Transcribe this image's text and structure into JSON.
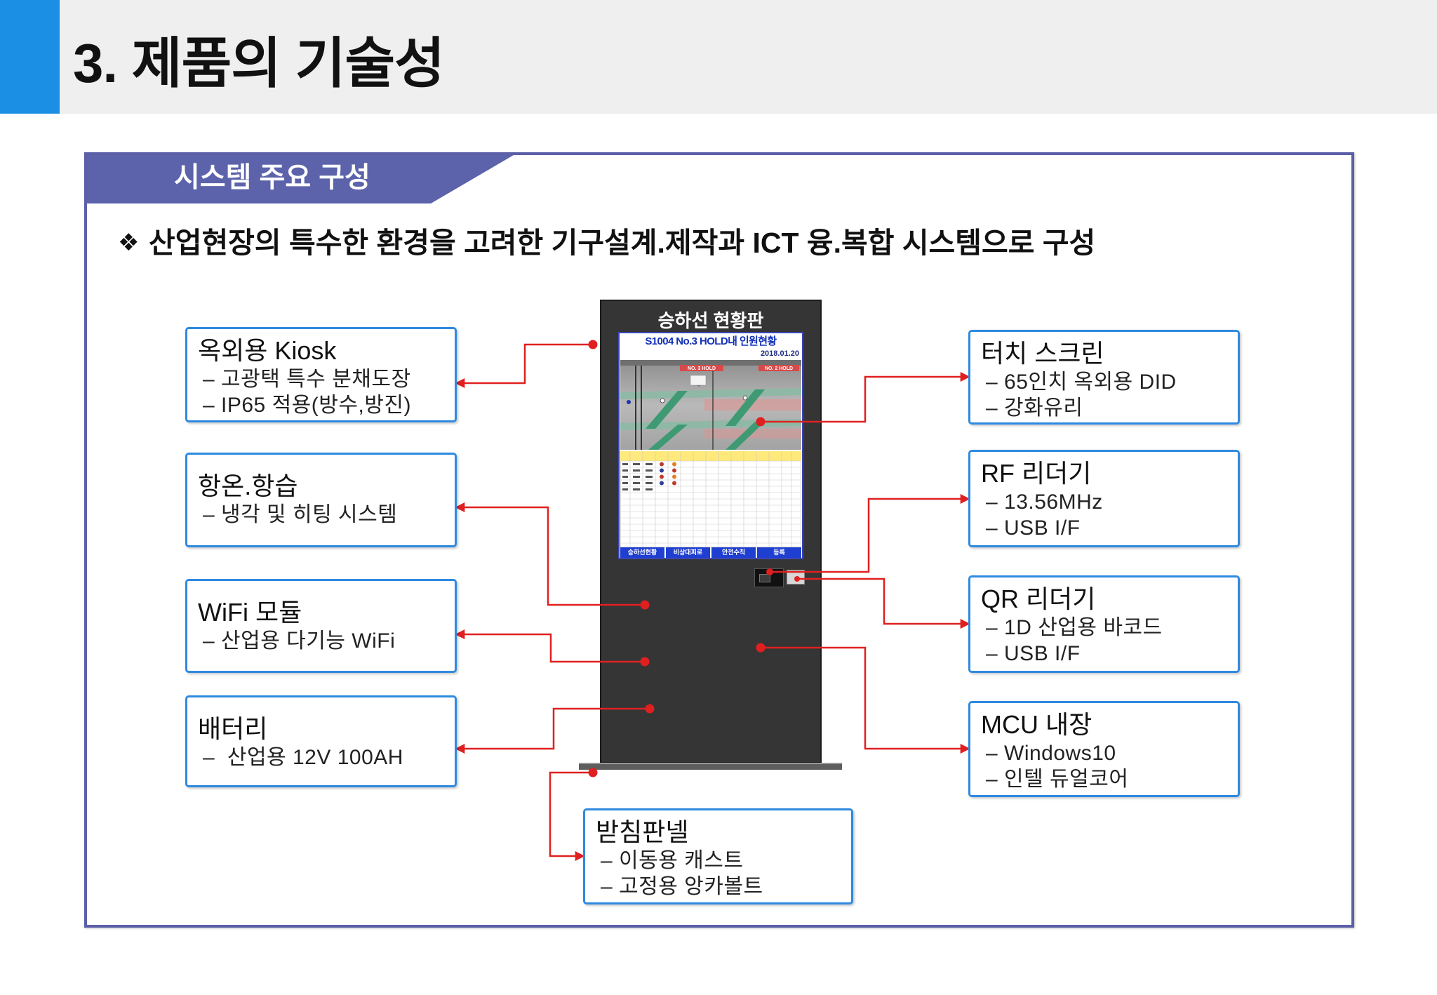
{
  "header": {
    "title": "3. 제품의 기술성"
  },
  "section": {
    "tab": "시스템 주요 구성",
    "bullet": "❖",
    "summary": "산업현장의 특수한 환경을 고려한 기구설계.제작과 ICT 융.복합 시스템으로 구성"
  },
  "kiosk": {
    "title": "승하선 현황판",
    "screen": {
      "title": "S1004 No.3 HOLD내 인원현황",
      "date": "2018.01.20",
      "hold_labels": [
        "NO. 3 HOLD",
        "NO. 2 HOLD"
      ],
      "buttons": [
        "승하선현황",
        "비상대피로",
        "안전수칙",
        "등록"
      ]
    }
  },
  "components": {
    "left": [
      {
        "title": "옥외용 Kiosk",
        "specs": [
          "– 고광택 특수 분채도장",
          "– IP65 적용(방수,방진)"
        ]
      },
      {
        "title": "항온.항습",
        "specs": [
          "– 냉각 및 히팅 시스템"
        ]
      },
      {
        "title": "WiFi 모듈",
        "specs": [
          "– 산업용 다기능 WiFi"
        ]
      },
      {
        "title": "배터리",
        "specs": [
          "–  산업용 12V 100AH"
        ]
      }
    ],
    "right": [
      {
        "title": "터치 스크린",
        "specs": [
          "– 65인치 옥외용 DID",
          "– 강화유리"
        ]
      },
      {
        "title": "RF 리더기",
        "specs": [
          "– 13.56MHz",
          "– USB I/F"
        ]
      },
      {
        "title": "QR 리더기",
        "specs": [
          "– 1D 산업용 바코드",
          "– USB I/F"
        ]
      },
      {
        "title": "MCU 내장",
        "specs": [
          "– Windows10",
          "– 인텔 듀얼코어"
        ]
      }
    ],
    "bottom": {
      "title": "받침판넬",
      "specs": [
        "– 이동용 캐스트",
        "– 고정용 앙카볼트"
      ]
    }
  },
  "colors": {
    "header_accent": "#1a8fe3",
    "header_band": "#efefef",
    "frame": "#5b5fa8",
    "tab": "#5c63ab",
    "box_border": "#2e8ae0",
    "connector": "#e02020",
    "kiosk_body": "#353535",
    "screen_button": "#1f3fd0"
  },
  "icons": {
    "summary_bullet": "four-diamond-bullet-icon",
    "connector_end": "arrowhead-icon",
    "connector_start": "dot-icon"
  }
}
